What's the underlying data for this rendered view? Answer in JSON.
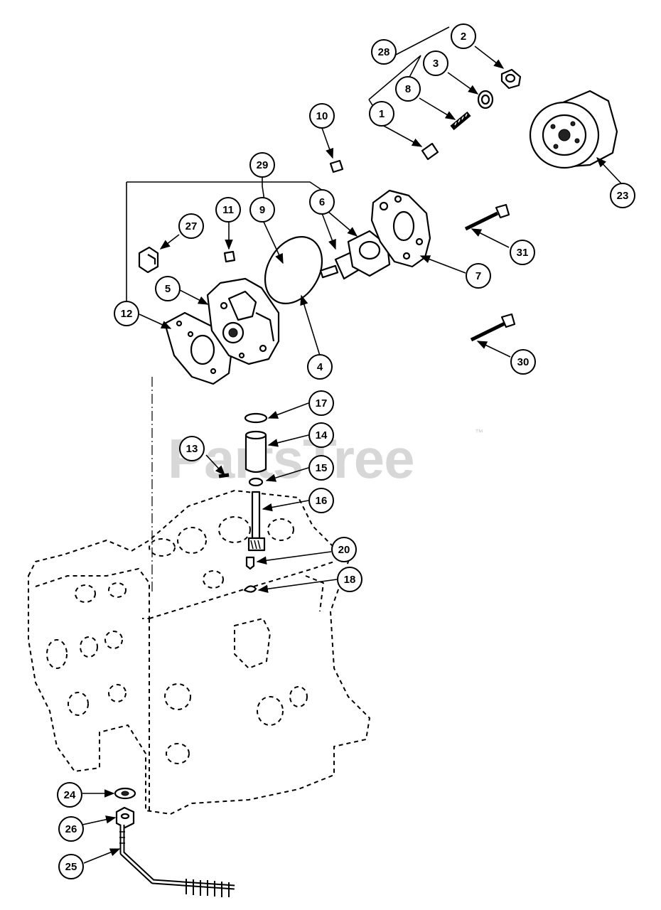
{
  "watermark": {
    "text": "PartsTree",
    "trademark": "™"
  },
  "callouts": [
    "1",
    "2",
    "3",
    "4",
    "5",
    "6",
    "7",
    "8",
    "9",
    "10",
    "11",
    "12",
    "13",
    "14",
    "15",
    "16",
    "17",
    "18",
    "20",
    "23",
    "24",
    "25",
    "26",
    "27",
    "28",
    "29",
    "30",
    "31"
  ],
  "colors": {
    "ink": "#000000",
    "paper": "#ffffff",
    "watermark": "#b8b8b8"
  }
}
